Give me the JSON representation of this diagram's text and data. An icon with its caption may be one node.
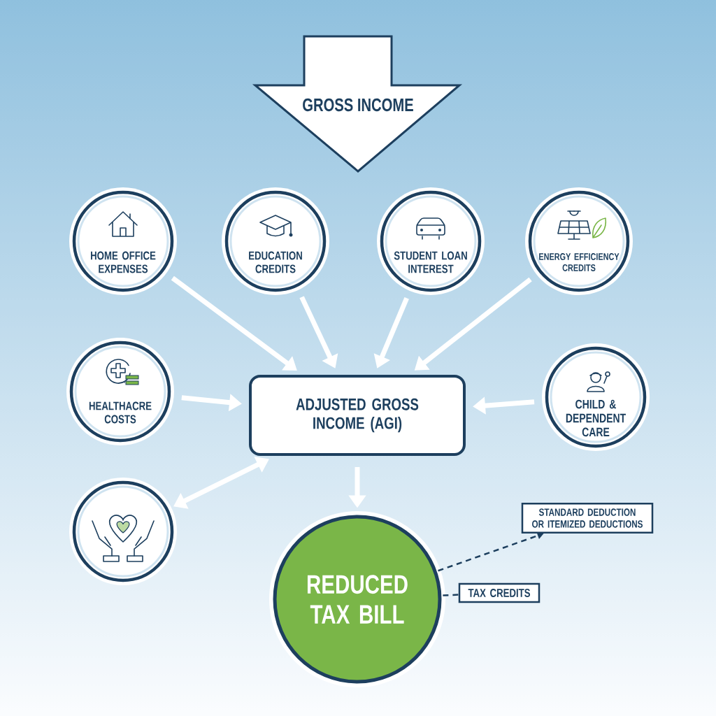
{
  "diagram": {
    "nodes": [
      {
        "text": [
          "GROSS INCOME"
        ]
      },
      {
        "text": [
          "HOME OFFICE EXPENSES"
        ]
      },
      {
        "text": [
          "EDUCATION CREDITS"
        ]
      },
      {
        "text": [
          "STUDENT LOAN INTEREST"
        ]
      },
      {
        "text": [
          "ENERGY EFFICIENCY CREDITS"
        ]
      },
      {
        "text": [
          "HEALTHACRE COSTS"
        ]
      },
      {
        "text": [
          "ADJUSTED GROSS INCOME (AGI)"
        ]
      },
      {
        "text": [
          "CHILD & DEPENDENT CARE"
        ]
      },
      {
        "text": [],
        "shape": "circle"
      },
      {
        "text": [
          "REDUCED TAX BILL"
        ]
      },
      {
        "text": [
          "STANDARD DEDUCTION OR ITEMIZED DEDUCTIONS"
        ]
      },
      {
        "text": [
          "TAX CREDITS"
        ]
      }
    ],
    "edges": [
      {
        "from": 1,
        "to": 6,
        "arrow": "to"
      },
      {
        "from": 2,
        "to": 6,
        "arrow": "to"
      },
      {
        "from": 3,
        "to": 6,
        "arrow": "to"
      },
      {
        "from": 4,
        "to": 6,
        "arrow": "to"
      },
      {
        "from": 5,
        "to": 6,
        "arrow": "to"
      },
      {
        "from": 7,
        "to": 6,
        "arrow": "to"
      },
      {
        "from": 8,
        "to": 6,
        "arrow": "both"
      },
      {
        "from": 6,
        "to": 9,
        "arrow": "to"
      },
      {
        "from": 9,
        "to": 10,
        "arrow": "to",
        "style": "dashed",
        "color": "#1d3f5e"
      },
      {
        "from": 9,
        "to": 11,
        "arrow": "none",
        "style": "dashed",
        "color": "#1d3f5e"
      }
    ]
  }
}
